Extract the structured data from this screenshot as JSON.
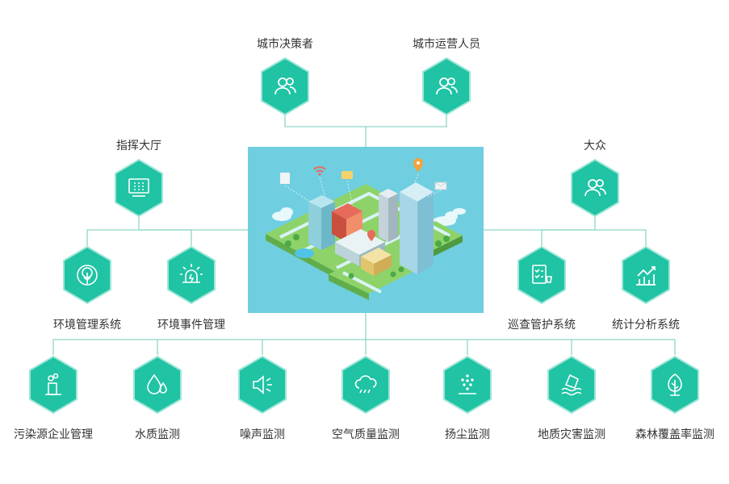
{
  "colors": {
    "accent": "#20c3a4",
    "accent_dark": "#0e9e86",
    "line": "#8fd6c8",
    "panel": "#6fcfe0"
  },
  "top_nodes": [
    {
      "label": "城市决策者",
      "icon": "users-icon"
    },
    {
      "label": "城市运营人员",
      "icon": "users-icon"
    }
  ],
  "left_hub": {
    "label": "指挥大厅",
    "icon": "dashboard-icon"
  },
  "right_hub": {
    "label": "大众",
    "icon": "users-icon"
  },
  "left_systems": [
    {
      "label": "环境管理系统",
      "icon": "tree-icon"
    },
    {
      "label": "环境事件管理",
      "icon": "alarm-icon"
    }
  ],
  "right_systems": [
    {
      "label": "巡查管护系统",
      "icon": "checklist-icon"
    },
    {
      "label": "统计分析系统",
      "icon": "chart-icon"
    }
  ],
  "monitors": [
    {
      "label": "污染源企业管理",
      "icon": "factory-icon"
    },
    {
      "label": "水质监测",
      "icon": "water-drops-icon"
    },
    {
      "label": "噪声监测",
      "icon": "speaker-icon"
    },
    {
      "label": "空气质量监测",
      "icon": "cloud-wind-icon"
    },
    {
      "label": "扬尘监测",
      "icon": "dust-icon"
    },
    {
      "label": "地质灾害监测",
      "icon": "landslide-icon"
    },
    {
      "label": "森林覆盖率监测",
      "icon": "forest-tree-icon"
    }
  ]
}
